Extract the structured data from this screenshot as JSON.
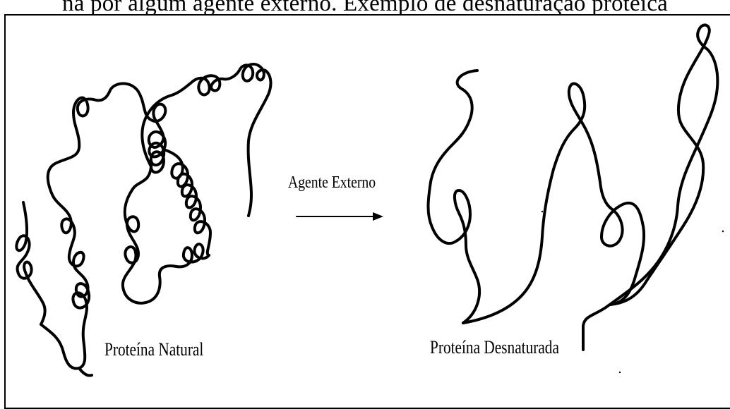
{
  "caption": {
    "top_text": "na por algum agente externo. Exemplo de desnaturação proteica"
  },
  "diagram": {
    "arrow_label": "Agente Externo",
    "left_label": "Proteína Natural",
    "right_label": "Proteína Desnaturada",
    "stroke_color": "#000000"
  }
}
